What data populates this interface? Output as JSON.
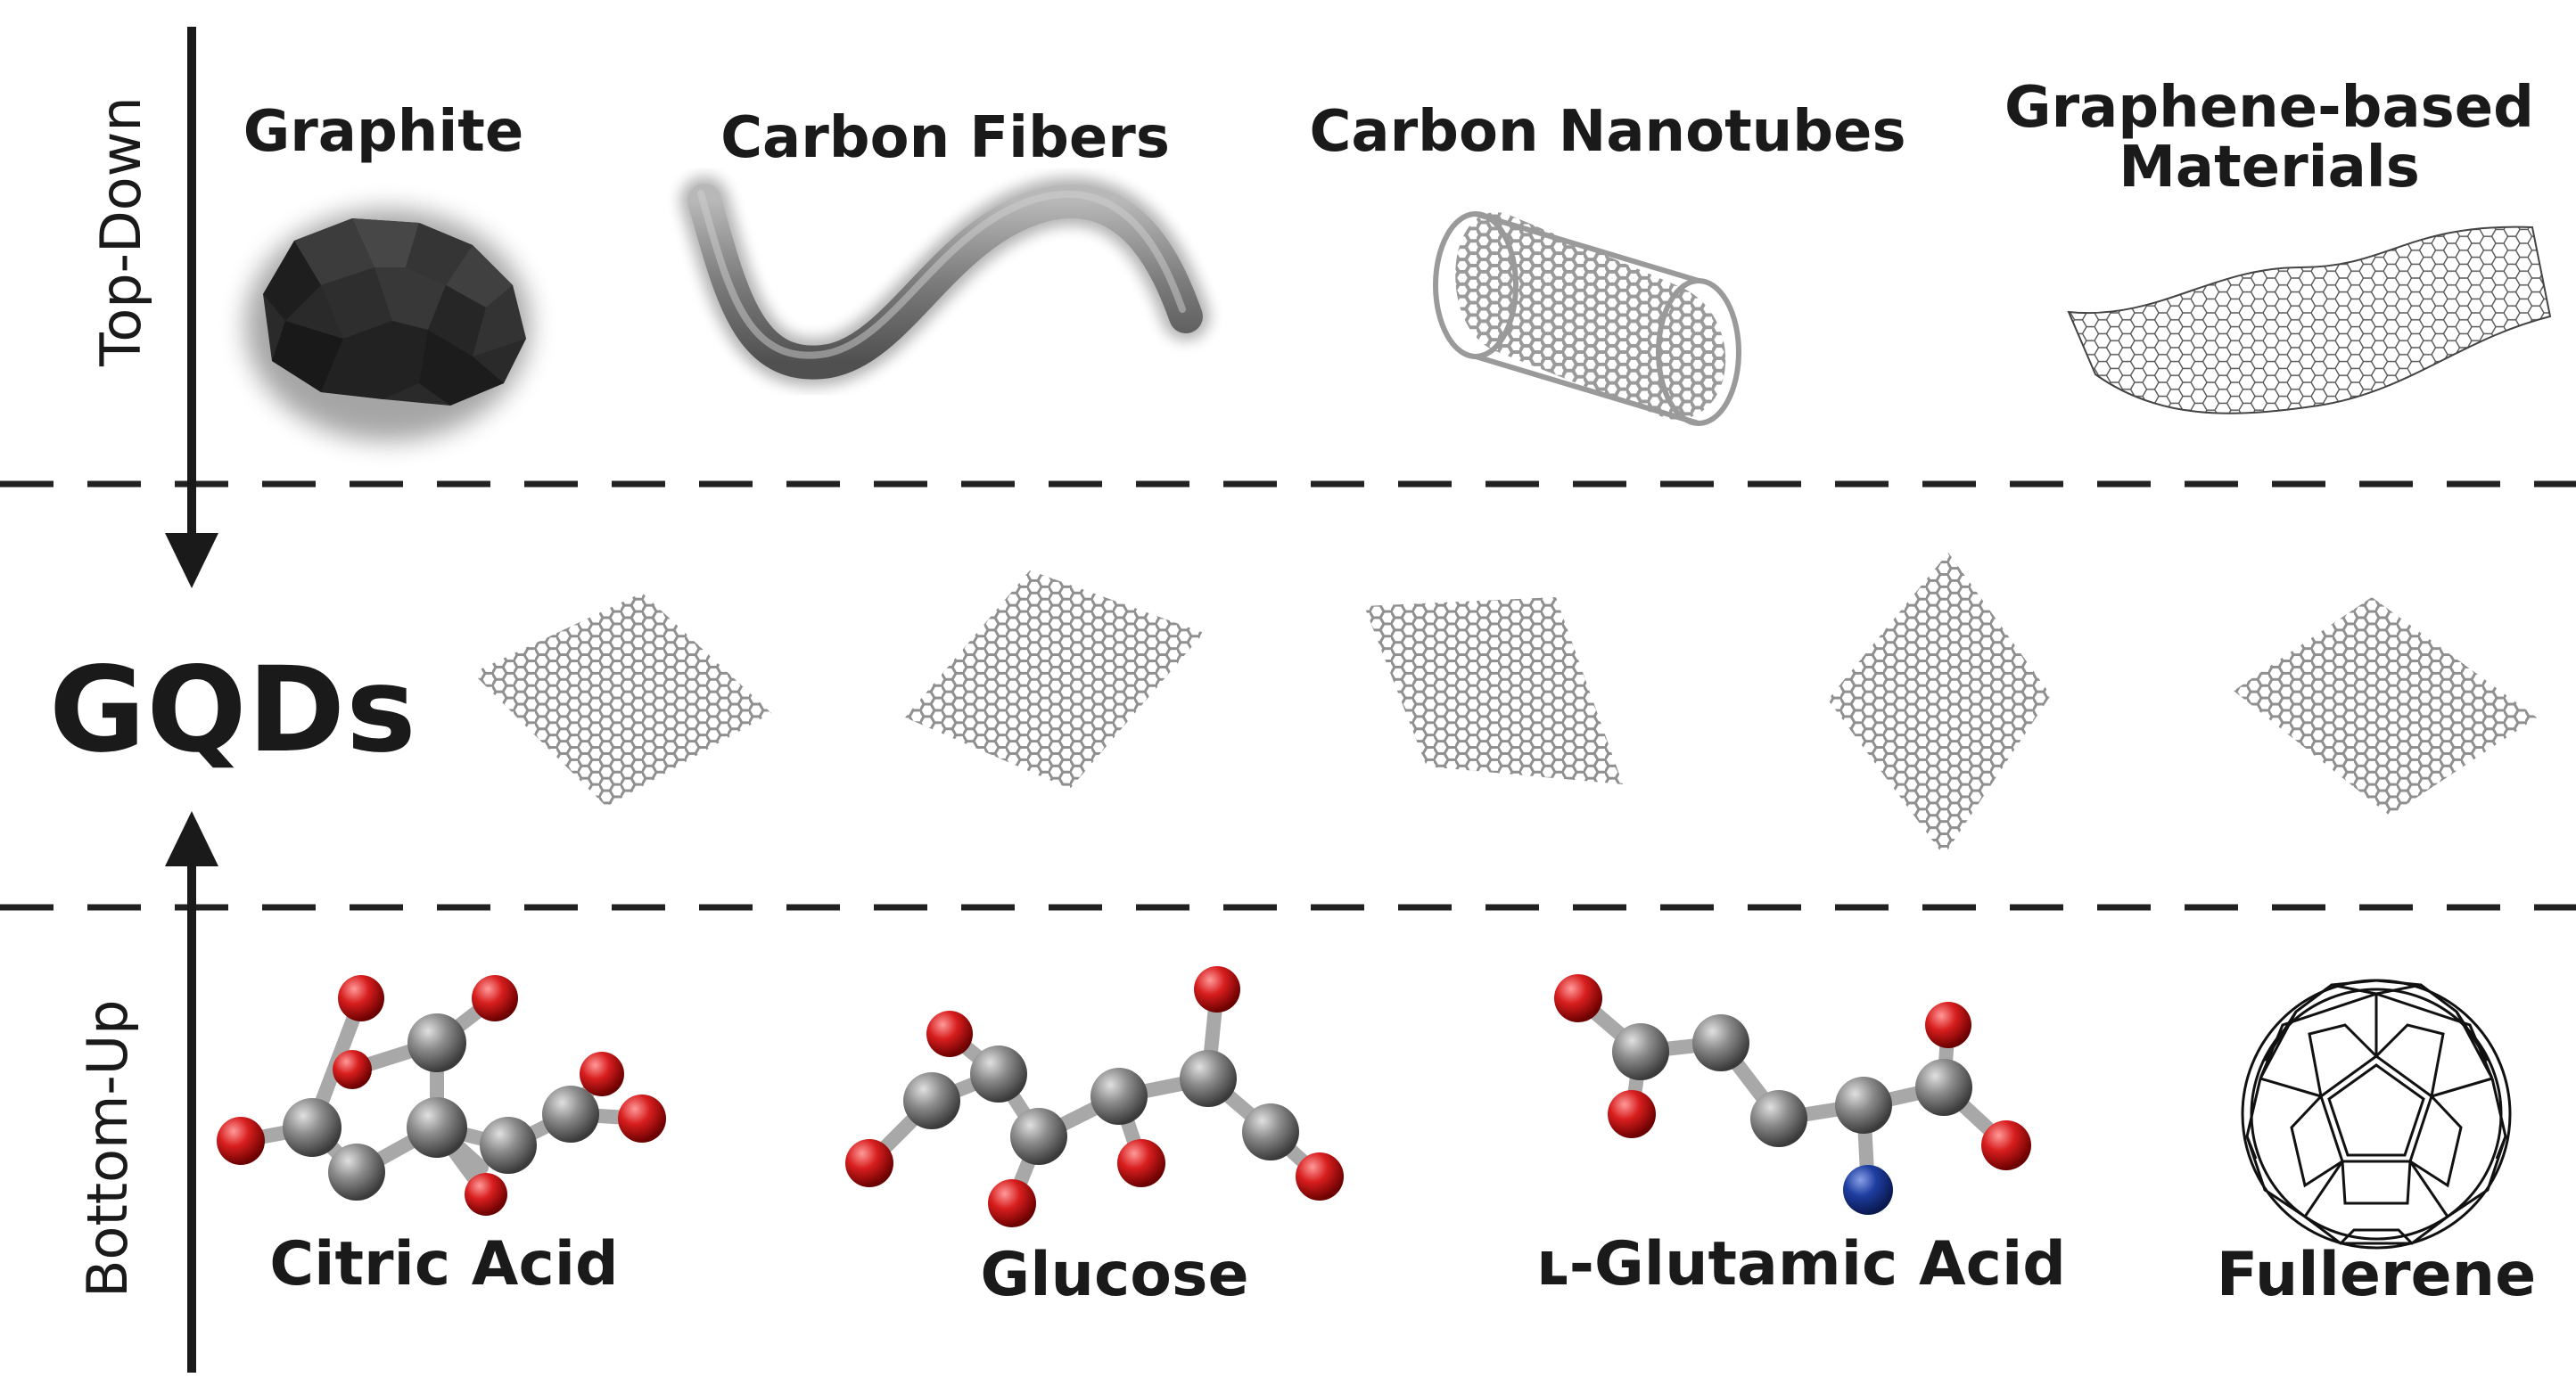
{
  "sections": {
    "top_down_label": "Top-Down",
    "bottom_up_label": "Bottom-Up",
    "center_label": "GQDs"
  },
  "top_down_sources": [
    {
      "name": "Graphite"
    },
    {
      "name": "Carbon Fibers"
    },
    {
      "name": "Carbon Nanotubes"
    },
    {
      "name": "Graphene-based Materials"
    }
  ],
  "bottom_up_sources": [
    {
      "name": "Citric Acid"
    },
    {
      "name": "Glucose"
    },
    {
      "name": "ʟ-Glutamic Acid"
    },
    {
      "name": "Fullerene"
    }
  ],
  "colors": {
    "carbon_atom": "#8c8c8c",
    "oxygen_atom": "#d81e1e",
    "nitrogen_atom": "#1e3ea0",
    "bond": "#a8a8a8",
    "lattice_stroke": "#9a9a9a",
    "text": "#1a1a1a"
  }
}
